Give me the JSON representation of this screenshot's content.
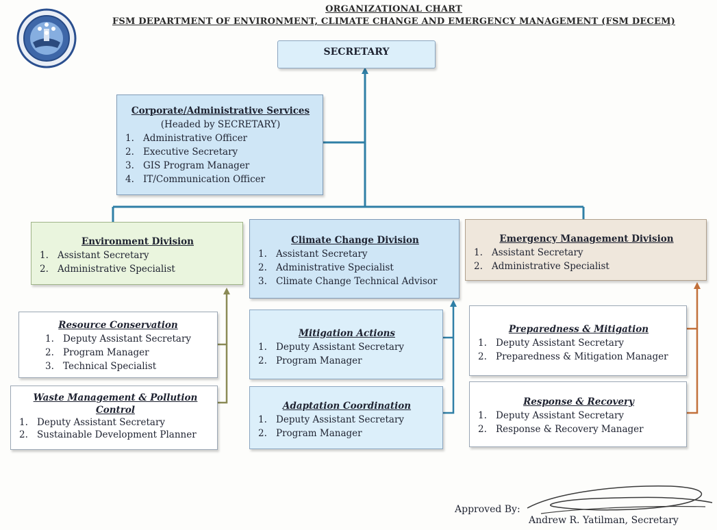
{
  "header": {
    "line1": "ORGANIZATIONAL CHART",
    "line2": "FSM DEPARTMENT OF ENVIRONMENT, CLIMATE CHANGE AND EMERGENCY MANAGEMENT (FSM DECEM)"
  },
  "secretary": {
    "title": "SECRETARY"
  },
  "corporate": {
    "title": "Corporate/Administrative Services",
    "subtitle": "(Headed by SECRETARY)",
    "items": [
      {
        "num": "1.",
        "text": "Administrative Officer"
      },
      {
        "num": "2.",
        "text": "Executive Secretary"
      },
      {
        "num": "3.",
        "text": "GIS Program Manager"
      },
      {
        "num": "4.",
        "text": "IT/Communication Officer"
      }
    ]
  },
  "environment": {
    "title": "Environment Division",
    "items": [
      {
        "num": "1.",
        "text": "Assistant Secretary"
      },
      {
        "num": "2.",
        "text": "Administrative Specialist"
      }
    ]
  },
  "climate": {
    "title": "Climate Change Division",
    "items": [
      {
        "num": "1.",
        "text": "Assistant Secretary"
      },
      {
        "num": "2.",
        "text": "Administrative Specialist"
      },
      {
        "num": "3.",
        "text": "Climate Change Technical Advisor"
      }
    ]
  },
  "emergency": {
    "title": "Emergency Management Division",
    "items": [
      {
        "num": "1.",
        "text": "Assistant Secretary"
      },
      {
        "num": "2.",
        "text": "Administrative Specialist"
      }
    ]
  },
  "resource": {
    "title": "Resource Conservation",
    "items": [
      {
        "num": "1.",
        "text": "Deputy Assistant Secretary"
      },
      {
        "num": "2.",
        "text": "Program Manager"
      },
      {
        "num": "3.",
        "text": "Technical Specialist"
      }
    ]
  },
  "waste": {
    "title_line1": "Waste Management & Pollution",
    "title_line2": "Control",
    "items": [
      {
        "num": "1.",
        "text": "Deputy Assistant Secretary"
      },
      {
        "num": "2.",
        "text": "Sustainable Development Planner"
      }
    ]
  },
  "mitigation": {
    "title": "Mitigation Actions",
    "items": [
      {
        "num": "1.",
        "text": "Deputy Assistant Secretary"
      },
      {
        "num": "2.",
        "text": "Program Manager"
      }
    ]
  },
  "adaptation": {
    "title": "Adaptation Coordination",
    "items": [
      {
        "num": "1.",
        "text": "Deputy Assistant Secretary"
      },
      {
        "num": "2.",
        "text": "Program Manager"
      }
    ]
  },
  "preparedness": {
    "title": "Preparedness & Mitigation",
    "items": [
      {
        "num": "1.",
        "text": "Deputy Assistant Secretary"
      },
      {
        "num": "2.",
        "text": "Preparedness & Mitigation Manager"
      }
    ]
  },
  "response": {
    "title": "Response & Recovery",
    "items": [
      {
        "num": "1.",
        "text": "Deputy Assistant Secretary"
      },
      {
        "num": "2.",
        "text": "Response & Recovery Manager"
      }
    ]
  },
  "approval": {
    "label": "Approved By:",
    "signer": "Andrew R. Yatilman, Secretary"
  },
  "colors": {
    "main_line": "#2f7fa6",
    "environment_line": "#8a8a55",
    "emergency_line": "#c2703a"
  }
}
